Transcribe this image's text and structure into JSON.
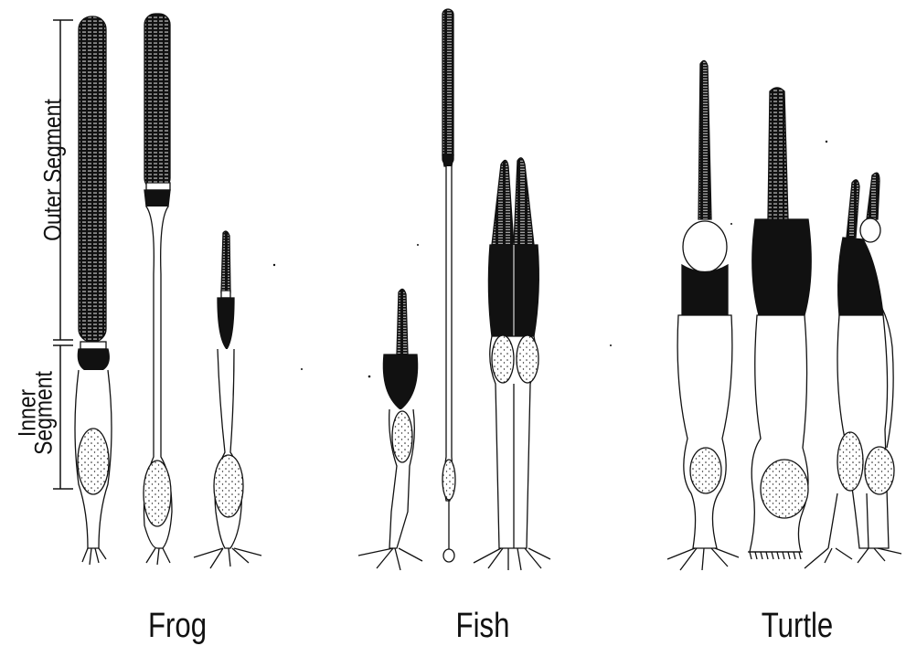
{
  "labels": {
    "outer_segment": "Outer Segment",
    "inner_segment_line1": "Inner",
    "inner_segment_line2": "Segment"
  },
  "groups": [
    {
      "name": "Frog"
    },
    {
      "name": "Fish"
    },
    {
      "name": "Turtle"
    }
  ],
  "colors": {
    "ink": "#111111",
    "background": "#ffffff"
  }
}
